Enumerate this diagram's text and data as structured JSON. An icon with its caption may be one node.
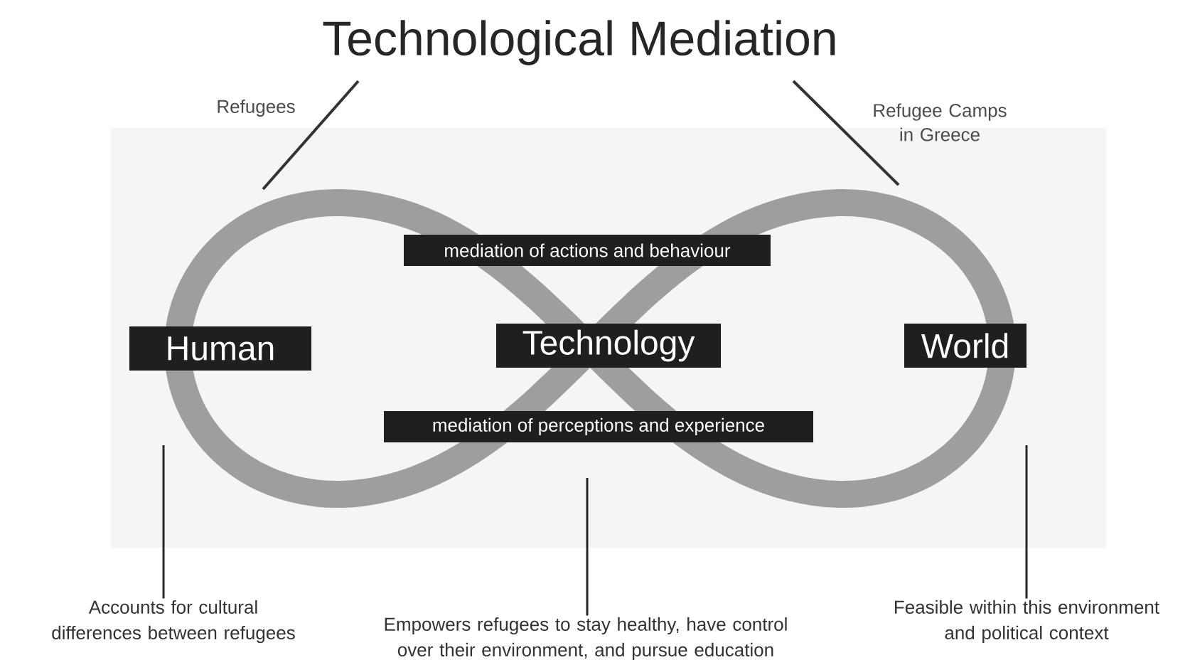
{
  "diagram": {
    "title": "Technological Mediation",
    "nodes": [
      {
        "text": [
          "Human"
        ]
      },
      {
        "text": [
          "Technology"
        ]
      },
      {
        "text": [
          "World"
        ]
      },
      {
        "text": [
          "mediation of actions and behaviour"
        ]
      },
      {
        "text": [
          "mediation of perceptions and experience"
        ]
      },
      {
        "text": [
          "Accounts for cultural differences between refugees"
        ]
      },
      {
        "text": [
          "Empowers refugees to stay healthy, have control over their environment, and pursue education"
        ]
      },
      {
        "text": [
          "Feasible within this environment and political context"
        ]
      }
    ],
    "edges": [
      {
        "from": 5,
        "to": null,
        "arrow": "none"
      },
      {
        "from": 6,
        "to": null,
        "arrow": "none"
      },
      {
        "from": 7,
        "to": null,
        "arrow": "none"
      }
    ],
    "labels": [
      "Refugees",
      "Refugee Camps in Greece"
    ]
  }
}
